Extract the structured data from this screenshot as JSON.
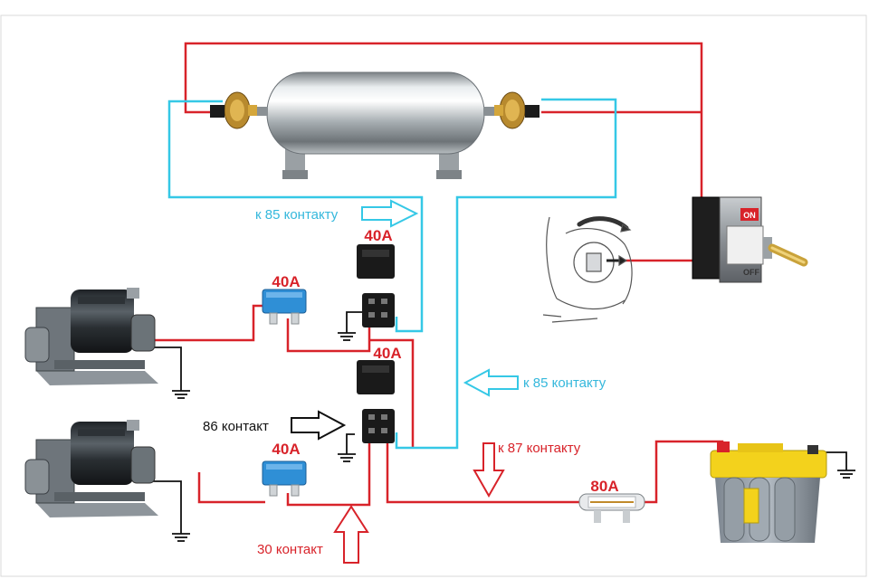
{
  "fuses": {
    "fuse_top": "40A",
    "fuse_bottom": "40A",
    "fuse_main": "80A"
  },
  "relays": {
    "relay_top": "40A",
    "relay_bottom": "40A"
  },
  "annotations": {
    "to_85_top": "к 85 контакту",
    "to_85_right": "к 85 контакту",
    "to_87": "к 87 контакту",
    "contact_86": "86 контакт",
    "contact_30": "30 контакт"
  },
  "switch": {
    "on_label": "ON",
    "off_label": "OFF"
  },
  "colors": {
    "wire_power": "#d8232a",
    "wire_signal": "#35c8e6",
    "wire_ground": "#111111",
    "label_red": "#d8232a",
    "label_cyan": "#35b8dc",
    "fuse_blue": "#2f8fd6"
  }
}
